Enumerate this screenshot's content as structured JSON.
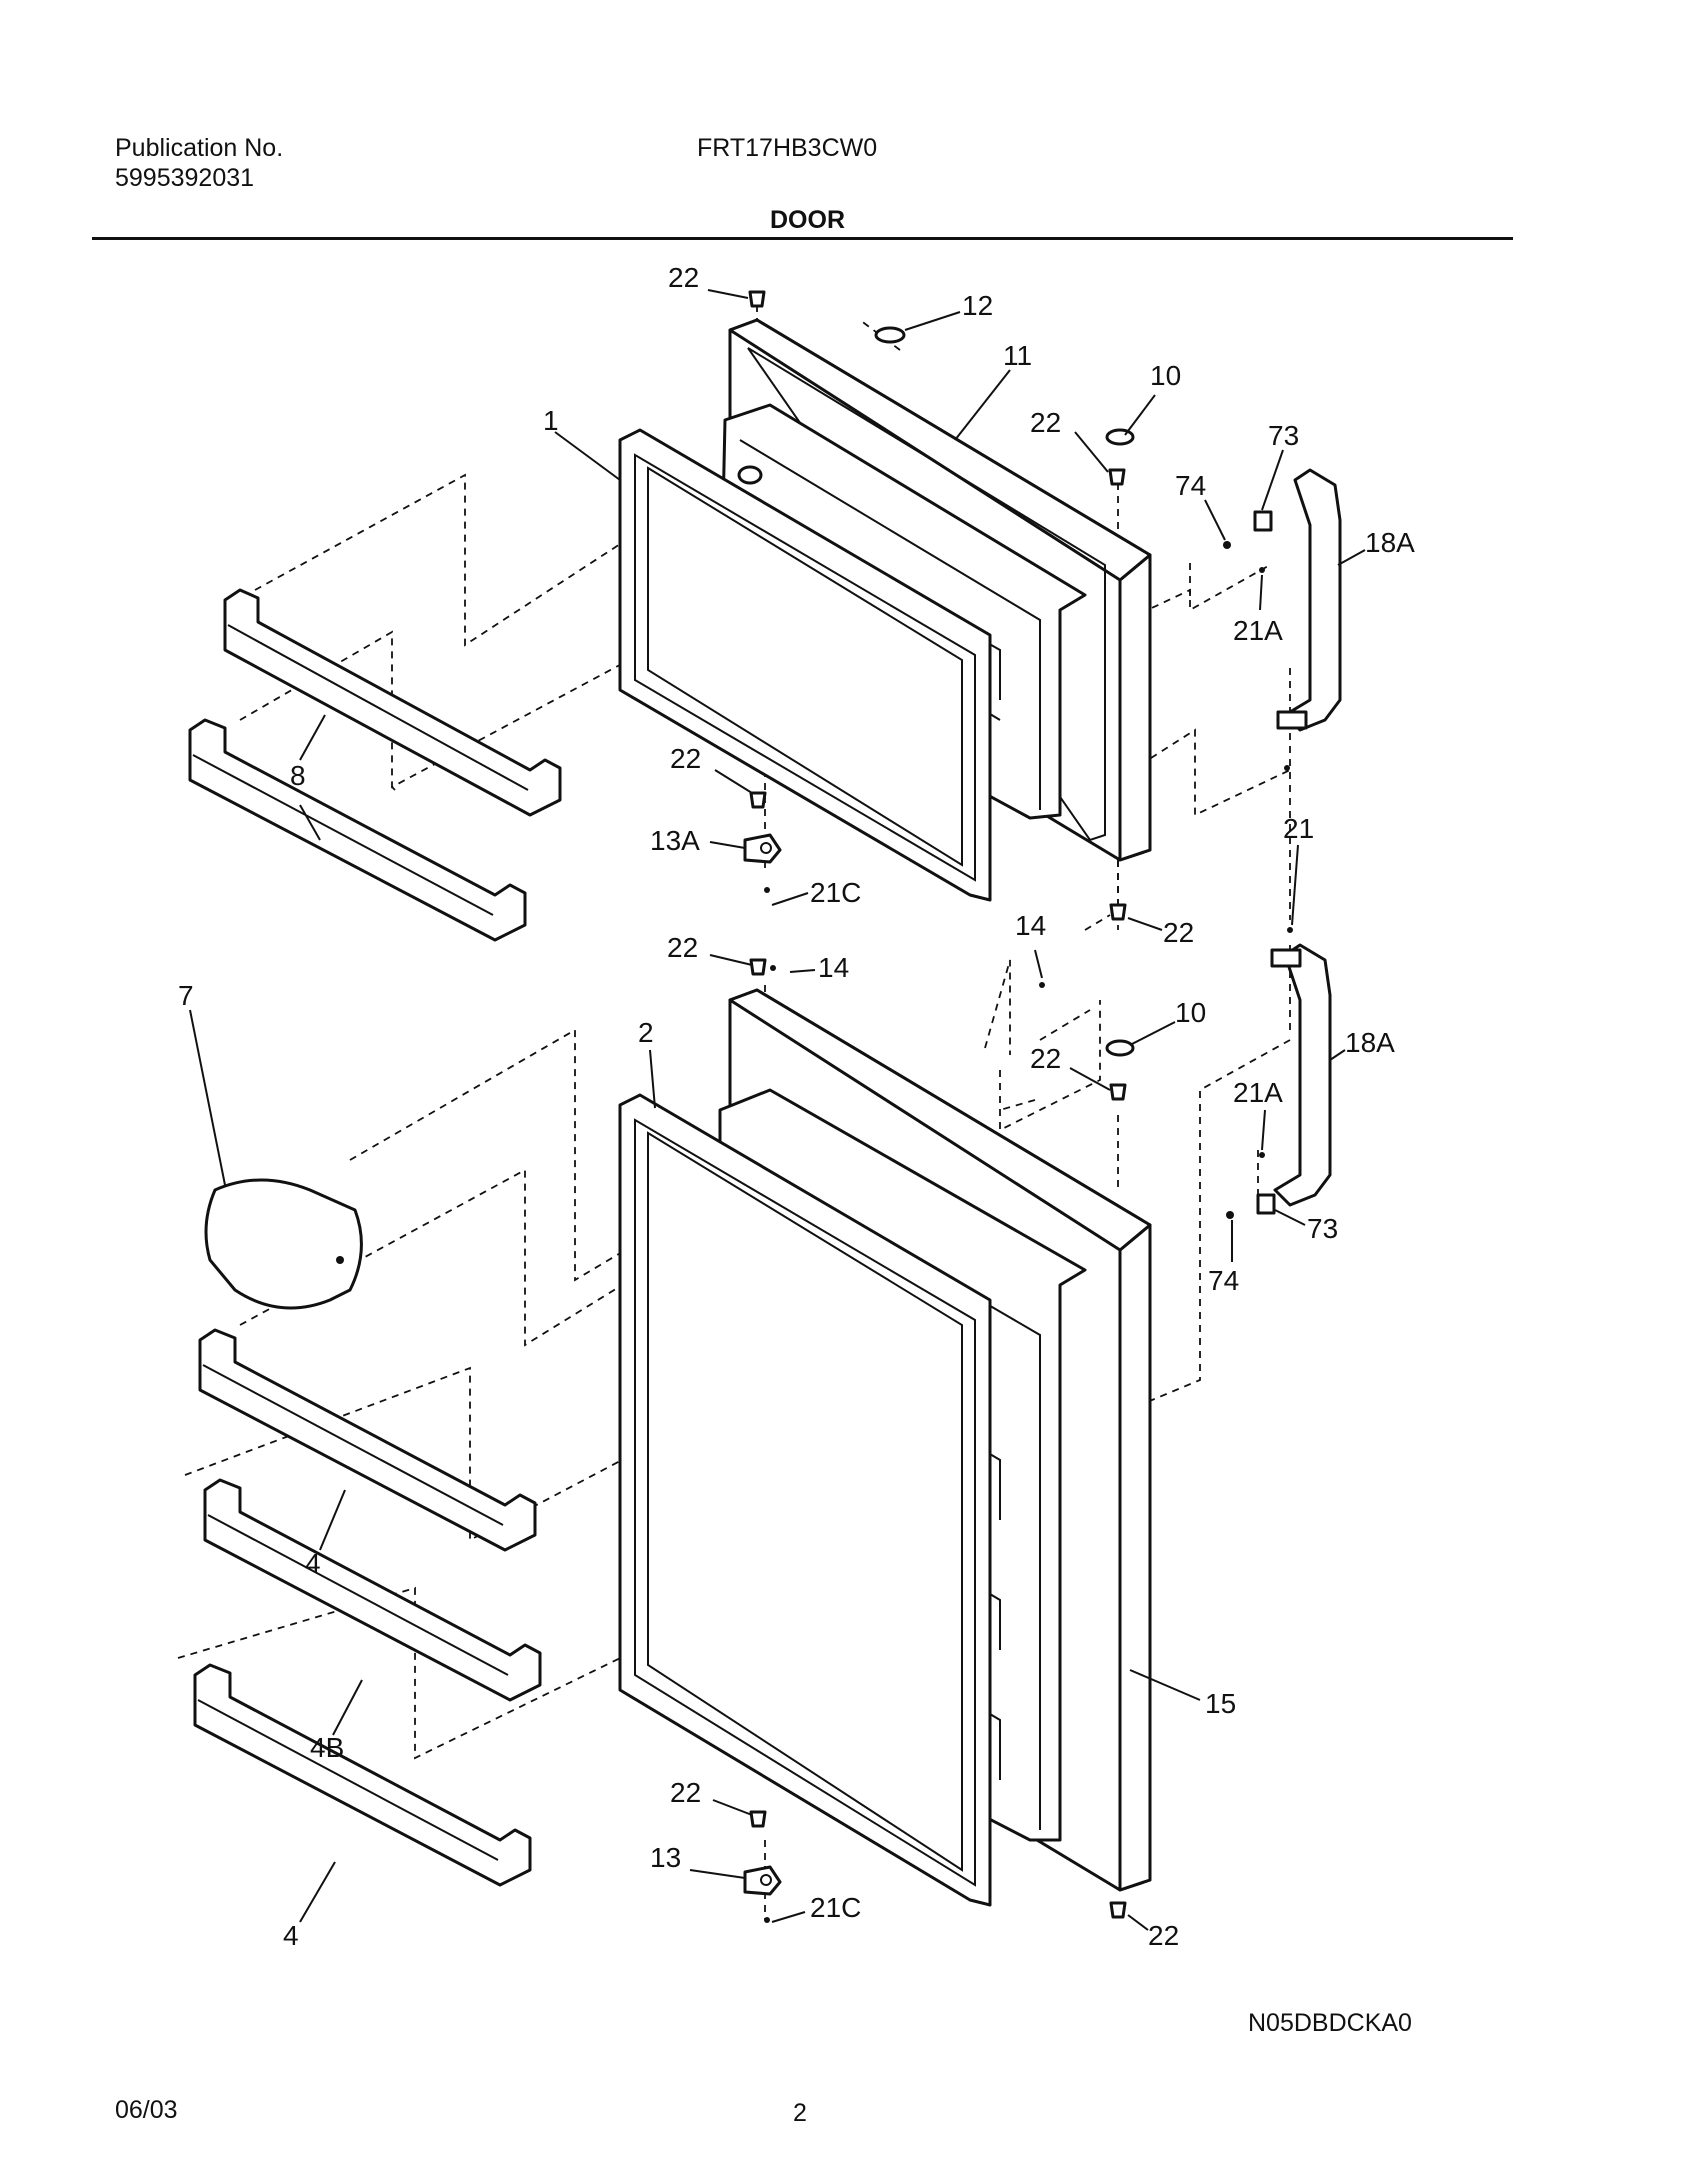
{
  "header": {
    "publication_label": "Publication No.",
    "publication_number": "5995392031",
    "model": "FRT17HB3CW0",
    "section": "DOOR"
  },
  "footer": {
    "diagram_code": "N05DBDCKA0",
    "date": "06/03",
    "page": "2"
  },
  "callouts": {
    "screw_top_22": "22",
    "cap_12": "12",
    "door_11": "11",
    "cap_10_top": "10",
    "screw_22_hinge_top": "22",
    "liner_1": "1",
    "clip_73_top": "73",
    "screw_74_top": "74",
    "handle_18a_top": "18A",
    "screw_21a_top": "21A",
    "shelf_8": "8",
    "screw_22_13a": "22",
    "hinge_13a": "13A",
    "screw_21c_top": "21C",
    "screw_21": "21",
    "screw_22_mid_right": "22",
    "plug_14_right": "14",
    "screw_22_mid": "22",
    "plug_14_mid": "14",
    "cover_7": "7",
    "liner_2": "2",
    "cap_10_bottom": "10",
    "screw_22_hinge_bottom": "22",
    "handle_18a_bottom": "18A",
    "screw_21a_bottom": "21A",
    "clip_73_bottom": "73",
    "screw_74_bottom": "74",
    "shelf_4_upper": "4",
    "door_15": "15",
    "shelf_4b": "4B",
    "screw_22_bottom": "22",
    "hinge_13": "13",
    "screw_21c_bottom": "21C",
    "screw_22_bottom_right": "22",
    "shelf_4_lower": "4"
  }
}
